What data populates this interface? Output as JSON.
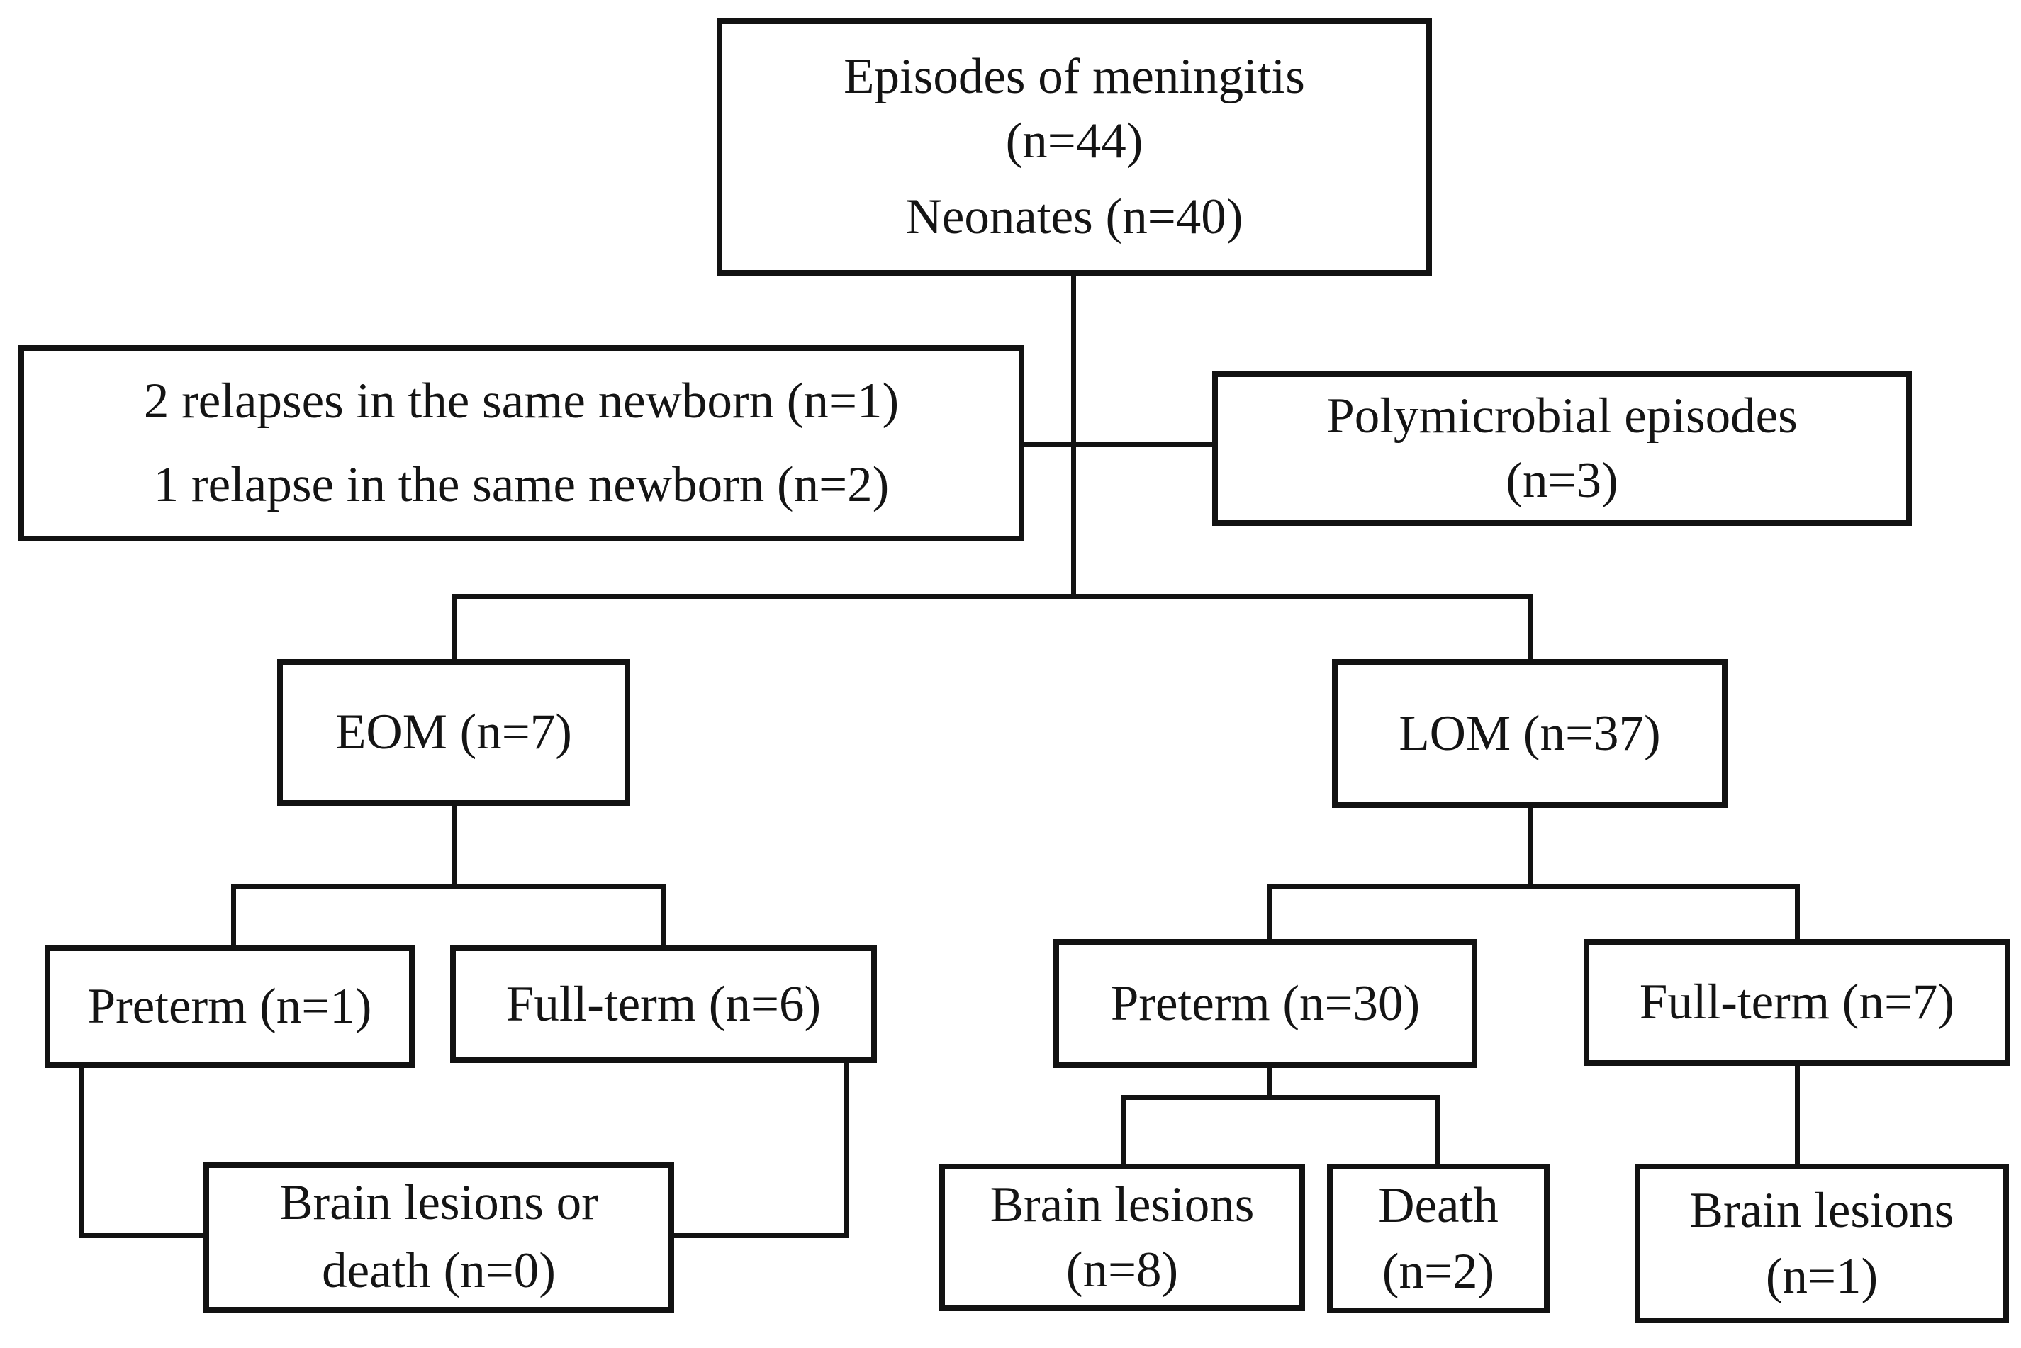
{
  "figure": {
    "description": "Flowchart of meningitis episodes in neonates"
  },
  "colors": {
    "ink": "#121212",
    "background": "#ffffff",
    "text": "#141414"
  },
  "nodes": {
    "root": {
      "line1": "Episodes of meningitis",
      "line2": "(n=44)",
      "line3": "Neonates (n=40)"
    },
    "relapses": {
      "line1": "2 relapses in the same newborn (n=1)",
      "line2": "1 relapse in the same newborn (n=2)"
    },
    "polymicrobial": {
      "line1": "Polymicrobial episodes",
      "line2": "(n=3)"
    },
    "eom": {
      "label": "EOM (n=7)"
    },
    "lom": {
      "label": "LOM (n=37)"
    },
    "eom_preterm": {
      "label": "Preterm (n=1)"
    },
    "eom_fullterm": {
      "label": "Full-term (n=6)"
    },
    "lom_preterm": {
      "label": "Preterm (n=30)"
    },
    "lom_fullterm": {
      "label": "Full-term (n=7)"
    },
    "eom_outcome": {
      "line1": "Brain lesions or",
      "line2": "death (n=0)"
    },
    "lom_preterm_lesions": {
      "line1": "Brain lesions",
      "line2": "(n=8)"
    },
    "lom_preterm_death": {
      "line1": "Death",
      "line2": "(n=2)"
    },
    "lom_fullterm_lesions": {
      "line1": "Brain lesions",
      "line2": "(n=1)"
    }
  }
}
